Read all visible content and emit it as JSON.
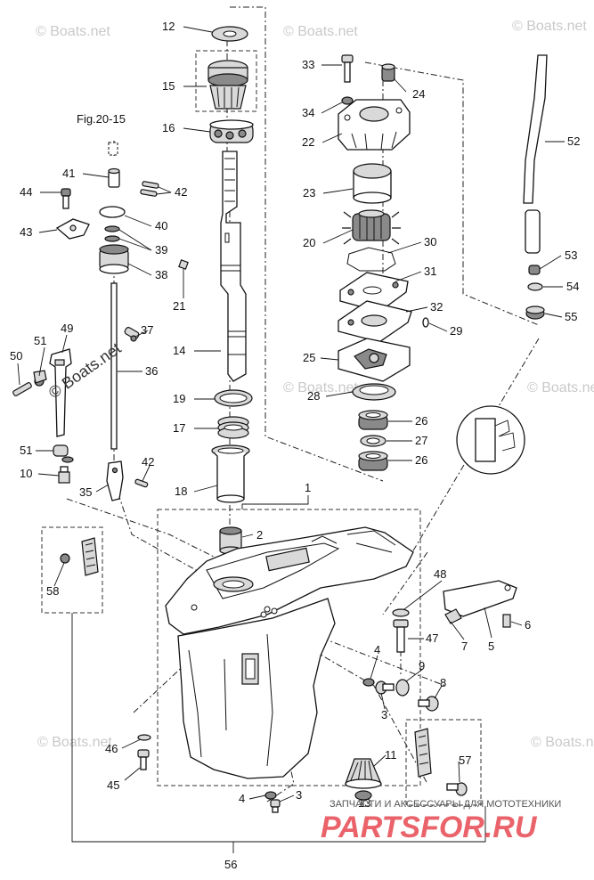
{
  "diagram": {
    "reference_label": "Fig.20-15",
    "watermarks": [
      "© Boats.net",
      "© Boats.net",
      "© Boats.net",
      "© Boats.net",
      "© Boats.net",
      "© Boats.net",
      "© Boats.net"
    ],
    "watermark_main": "© Boats.net",
    "brand": {
      "tagline": "ЗАПЧАСТИ И АКСЕССУАРЫ ДЛЯ МОТОТЕХНИКИ",
      "name": "PARTSFOR.RU"
    },
    "callouts": [
      {
        "id": "c12",
        "label": "12"
      },
      {
        "id": "c15",
        "label": "15"
      },
      {
        "id": "c16",
        "label": "16"
      },
      {
        "id": "c33",
        "label": "33"
      },
      {
        "id": "c24",
        "label": "24"
      },
      {
        "id": "c34",
        "label": "34"
      },
      {
        "id": "c22",
        "label": "22"
      },
      {
        "id": "c52",
        "label": "52"
      },
      {
        "id": "c41",
        "label": "41"
      },
      {
        "id": "c44",
        "label": "44"
      },
      {
        "id": "c42a",
        "label": "42"
      },
      {
        "id": "c40",
        "label": "40"
      },
      {
        "id": "c23",
        "label": "23"
      },
      {
        "id": "c43",
        "label": "43"
      },
      {
        "id": "c39",
        "label": "39"
      },
      {
        "id": "c20",
        "label": "20"
      },
      {
        "id": "c30",
        "label": "30"
      },
      {
        "id": "c38",
        "label": "38"
      },
      {
        "id": "c31",
        "label": "31"
      },
      {
        "id": "c53",
        "label": "53"
      },
      {
        "id": "c54",
        "label": "54"
      },
      {
        "id": "c21",
        "label": "21"
      },
      {
        "id": "c32",
        "label": "32"
      },
      {
        "id": "c55",
        "label": "55"
      },
      {
        "id": "c37",
        "label": "37"
      },
      {
        "id": "c49",
        "label": "49"
      },
      {
        "id": "c51a",
        "label": "51"
      },
      {
        "id": "c29",
        "label": "29"
      },
      {
        "id": "c14",
        "label": "14"
      },
      {
        "id": "c50",
        "label": "50"
      },
      {
        "id": "c36",
        "label": "36"
      },
      {
        "id": "c25",
        "label": "25"
      },
      {
        "id": "c28",
        "label": "28"
      },
      {
        "id": "c19",
        "label": "19"
      },
      {
        "id": "c26a",
        "label": "26"
      },
      {
        "id": "c17",
        "label": "17"
      },
      {
        "id": "c27",
        "label": "27"
      },
      {
        "id": "c51b",
        "label": "51"
      },
      {
        "id": "c26b",
        "label": "26"
      },
      {
        "id": "c10",
        "label": "10"
      },
      {
        "id": "c42b",
        "label": "42"
      },
      {
        "id": "c35",
        "label": "35"
      },
      {
        "id": "c18",
        "label": "18"
      },
      {
        "id": "c1",
        "label": "1"
      },
      {
        "id": "c2",
        "label": "2"
      },
      {
        "id": "c48",
        "label": "48"
      },
      {
        "id": "c58",
        "label": "58"
      },
      {
        "id": "c47",
        "label": "47"
      },
      {
        "id": "c7",
        "label": "7"
      },
      {
        "id": "c6",
        "label": "6"
      },
      {
        "id": "c5",
        "label": "5"
      },
      {
        "id": "c4a",
        "label": "4"
      },
      {
        "id": "c9",
        "label": "9"
      },
      {
        "id": "c8",
        "label": "8"
      },
      {
        "id": "c3a",
        "label": "3"
      },
      {
        "id": "c46",
        "label": "46"
      },
      {
        "id": "c11",
        "label": "11"
      },
      {
        "id": "c57",
        "label": "57"
      },
      {
        "id": "c45",
        "label": "45"
      },
      {
        "id": "c4b",
        "label": "4"
      },
      {
        "id": "c3b",
        "label": "3"
      },
      {
        "id": "c13",
        "label": "13"
      },
      {
        "id": "c56",
        "label": "56"
      }
    ]
  }
}
